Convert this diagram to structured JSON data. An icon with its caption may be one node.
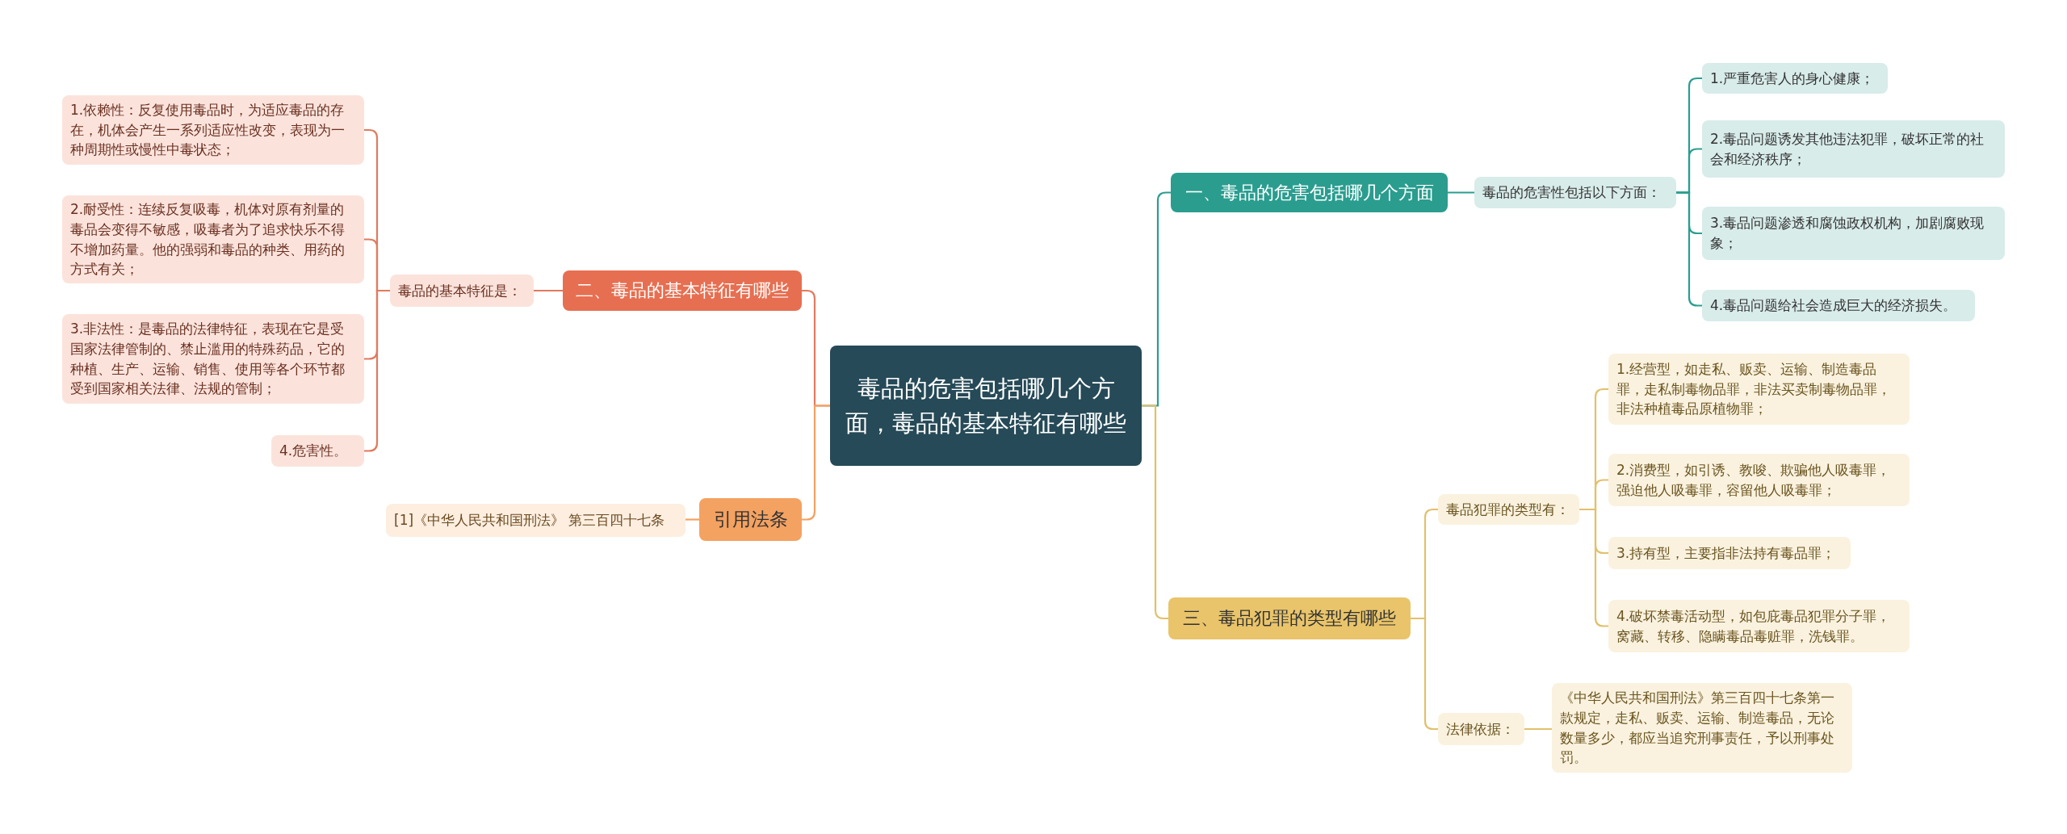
{
  "diagram": {
    "nodes": [
      {
        "text": [
          "毒品的危害包括哪几个方面，毒品的基本特征有哪些"
        ]
      },
      {
        "text": [
          "一、毒品的危害包括哪几个方面"
        ]
      },
      {
        "text": [
          "毒品的危害性包括以下方面："
        ]
      },
      {
        "text": [
          "1.严重危害人的身心健康；"
        ]
      },
      {
        "text": [
          "2.毒品问题诱发其他违法犯罪，破坏正常的社会和经济秩序；"
        ]
      },
      {
        "text": [
          "3.毒品问题渗透和腐蚀政权机构，加剧腐败现象；"
        ]
      },
      {
        "text": [
          "4.毒品问题给社会造成巨大的经济损失。"
        ]
      },
      {
        "text": [
          "二、毒品的基本特征有哪些"
        ]
      },
      {
        "text": [
          "毒品的基本特征是："
        ]
      },
      {
        "text": [
          "1.依赖性：反复使用毒品时，为适应毒品的存在，机体会产生一系列适应性改变，表现为一种周期性或慢性中毒状态；"
        ]
      },
      {
        "text": [
          "2.耐受性：连续反复吸毒，机体对原有剂量的毒品会变得不敏感，吸毒者为了追求快乐不得不增加药量。他的强弱和毒品的种类、用药的方式有关；"
        ]
      },
      {
        "text": [
          "3.非法性：是毒品的法律特征，表现在它是受国家法律管制的、禁止滥用的特殊药品，它的种植、生产、运输、销售、使用等各个环节都受到国家相关法律、法规的管制；"
        ]
      },
      {
        "text": [
          "4.危害性。"
        ]
      },
      {
        "text": [
          "引用法条"
        ]
      },
      {
        "text": [
          "[1]《中华人民共和国刑法》 第三百四十七条"
        ]
      },
      {
        "text": [
          "三、毒品犯罪的类型有哪些"
        ]
      },
      {
        "text": [
          "毒品犯罪的类型有："
        ]
      },
      {
        "text": [
          "1.经营型，如走私、贩卖、运输、制造毒品罪，走私制毒物品罪，非法买卖制毒物品罪，非法种植毒品原植物罪；"
        ]
      },
      {
        "text": [
          "2.消费型，如引诱、教唆、欺骗他人吸毒罪，强迫他人吸毒罪，容留他人吸毒罪；"
        ]
      },
      {
        "text": [
          "3.持有型，主要指非法持有毒品罪；"
        ]
      },
      {
        "text": [
          "4.破坏禁毒活动型，如包庇毒品犯罪分子罪，窝藏、转移、隐瞒毒品毒赃罪，洗钱罪。"
        ]
      },
      {
        "text": [
          "法律依据："
        ]
      },
      {
        "text": [
          "《中华人民共和国刑法》第三百四十七条第一款规定，走私、贩卖、运输、制造毒品，无论数量多少，都应当追究刑事责任，予以刑事处罚。"
        ]
      }
    ],
    "edges": [
      {
        "from": 0,
        "to": 1,
        "arrow": "none",
        "color": "#2a9d8f"
      },
      {
        "from": 1,
        "to": 2,
        "arrow": "none",
        "color": "#2a9d8f"
      },
      {
        "from": 2,
        "to": 3,
        "arrow": "none",
        "color": "#2a9d8f"
      },
      {
        "from": 2,
        "to": 4,
        "arrow": "none",
        "color": "#2a9d8f"
      },
      {
        "from": 2,
        "to": 5,
        "arrow": "none",
        "color": "#2a9d8f"
      },
      {
        "from": 2,
        "to": 6,
        "arrow": "none",
        "color": "#2a9d8f"
      },
      {
        "from": 0,
        "to": 7,
        "arrow": "none",
        "color": "#e07a5f"
      },
      {
        "from": 7,
        "to": 8,
        "arrow": "none",
        "color": "#e07a5f"
      },
      {
        "from": 8,
        "to": 9,
        "arrow": "none",
        "color": "#e07a5f"
      },
      {
        "from": 8,
        "to": 10,
        "arrow": "none",
        "color": "#e07a5f"
      },
      {
        "from": 8,
        "to": 11,
        "arrow": "none",
        "color": "#e07a5f"
      },
      {
        "from": 8,
        "to": 12,
        "arrow": "none",
        "color": "#e07a5f"
      },
      {
        "from": 0,
        "to": 13,
        "arrow": "none",
        "color": "#f4a261"
      },
      {
        "from": 13,
        "to": 14,
        "arrow": "none",
        "color": "#f4a261"
      },
      {
        "from": 0,
        "to": 15,
        "arrow": "none",
        "color": "#e2c06c"
      },
      {
        "from": 15,
        "to": 16,
        "arrow": "none",
        "color": "#e2c06c"
      },
      {
        "from": 16,
        "to": 17,
        "arrow": "none",
        "color": "#e2c06c"
      },
      {
        "from": 16,
        "to": 18,
        "arrow": "none",
        "color": "#e2c06c"
      },
      {
        "from": 16,
        "to": 19,
        "arrow": "none",
        "color": "#e2c06c"
      },
      {
        "from": 16,
        "to": 20,
        "arrow": "none",
        "color": "#e2c06c"
      },
      {
        "from": 15,
        "to": 21,
        "arrow": "none",
        "color": "#e2c06c"
      },
      {
        "from": 21,
        "to": 22,
        "arrow": "none",
        "color": "#e2c06c"
      }
    ]
  }
}
